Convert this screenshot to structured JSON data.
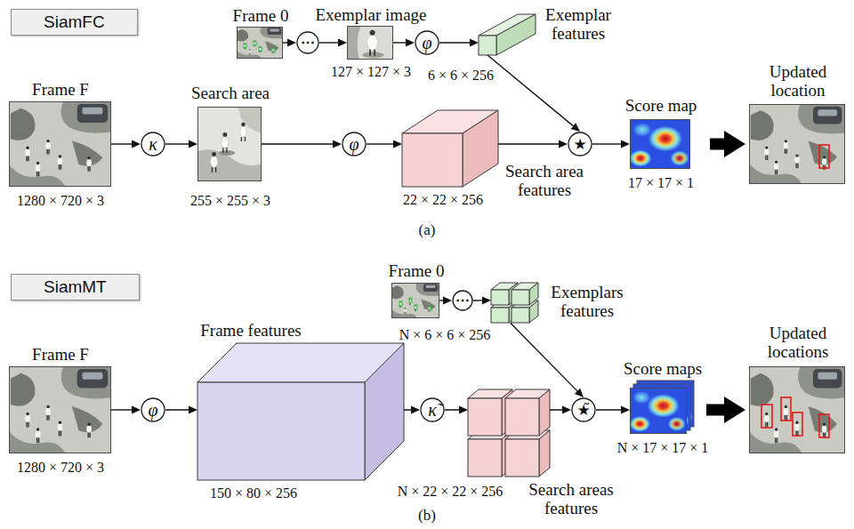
{
  "diagram": {
    "nodes": [
      {
        "text": [
          "SiamFC"
        ]
      },
      {
        "text": [
          "Frame 0"
        ]
      },
      {
        "text": [
          "⋯"
        ]
      },
      {
        "text": [
          "Exemplar image",
          "127 × 127 × 3"
        ]
      },
      {
        "text": [
          "φ"
        ]
      },
      {
        "text": [
          "Exemplar features",
          "6 × 6 × 256"
        ]
      },
      {
        "text": [
          "Frame F",
          "1280 × 720 × 3"
        ]
      },
      {
        "text": [
          "κ"
        ]
      },
      {
        "text": [
          "Search area",
          "255 × 255 × 3"
        ]
      },
      {
        "text": [
          "φ"
        ]
      },
      {
        "text": [
          "22 × 22 × 256",
          "Search area features"
        ]
      },
      {
        "text": [
          "★"
        ]
      },
      {
        "text": [
          "Score map",
          "17 × 17 × 1"
        ]
      },
      {
        "text": [
          "Updated location"
        ]
      },
      {
        "text": [
          "SiamMT"
        ]
      },
      {
        "text": [
          "Frame 0"
        ]
      },
      {
        "text": [
          "⋯"
        ]
      },
      {
        "text": [
          "Exemplars features",
          "N × 6 × 6 × 256"
        ]
      },
      {
        "text": [
          "Frame F",
          "1280 × 720 × 3"
        ]
      },
      {
        "text": [
          "φ"
        ]
      },
      {
        "text": [
          "Frame features",
          "150 × 80 × 256"
        ]
      },
      {
        "text": [
          "κ̃"
        ]
      },
      {
        "text": [
          "N × 22 × 22 × 256",
          "Search areas features"
        ]
      },
      {
        "text": [
          "★̃"
        ]
      },
      {
        "text": [
          "Score maps",
          "N × 17 × 17 × 1"
        ]
      },
      {
        "text": [
          "Updated locations"
        ]
      }
    ],
    "edges": [
      {
        "from": 1,
        "to": 2,
        "arrow": "to"
      },
      {
        "from": 2,
        "to": 3,
        "arrow": "to"
      },
      {
        "from": 3,
        "to": 4,
        "arrow": "to"
      },
      {
        "from": 4,
        "to": 5,
        "arrow": "to"
      },
      {
        "from": 5,
        "to": 11,
        "arrow": "to"
      },
      {
        "from": 6,
        "to": 7,
        "arrow": "to"
      },
      {
        "from": 7,
        "to": 8,
        "arrow": "to"
      },
      {
        "from": 8,
        "to": 9,
        "arrow": "to"
      },
      {
        "from": 9,
        "to": 10,
        "arrow": "to"
      },
      {
        "from": 10,
        "to": 11,
        "arrow": "to"
      },
      {
        "from": 11,
        "to": 12,
        "arrow": "to"
      },
      {
        "from": 12,
        "to": 13,
        "arrow": "to"
      },
      {
        "from": 15,
        "to": 16,
        "arrow": "to"
      },
      {
        "from": 16,
        "to": 17,
        "arrow": "to"
      },
      {
        "from": 17,
        "to": 23,
        "arrow": "to"
      },
      {
        "from": 18,
        "to": 19,
        "arrow": "to"
      },
      {
        "from": 19,
        "to": 20,
        "arrow": "to"
      },
      {
        "from": 20,
        "to": 21,
        "arrow": "to"
      },
      {
        "from": 21,
        "to": 22,
        "arrow": "to"
      },
      {
        "from": 22,
        "to": 23,
        "arrow": "to"
      },
      {
        "from": 23,
        "to": 24,
        "arrow": "to"
      },
      {
        "from": 24,
        "to": 25,
        "arrow": "to"
      }
    ],
    "labels": [
      "(a)",
      "(b)"
    ]
  }
}
